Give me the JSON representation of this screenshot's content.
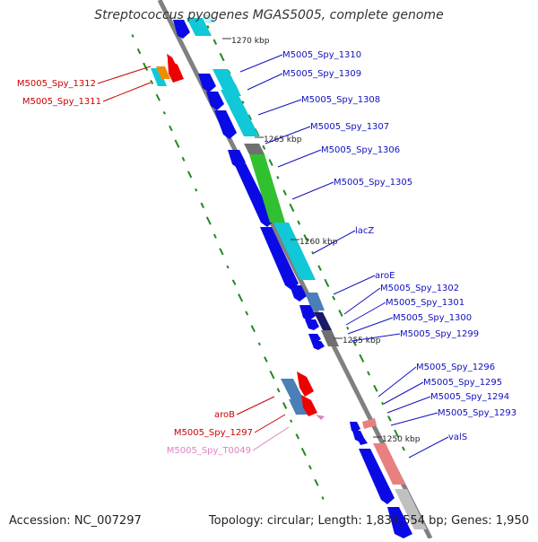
{
  "title": "Streptococcus pyogenes MGAS5005, complete genome",
  "footer": {
    "accession": "Accession: NC_007297",
    "summary": "Topology: circular; Length: 1,838,554 bp; Genes: 1,950"
  },
  "ticks": [
    {
      "label": "1270 kbp"
    },
    {
      "label": "1265 kbp"
    },
    {
      "label": "1260 kbp"
    },
    {
      "label": "1255 kbp"
    },
    {
      "label": "1250 kbp"
    }
  ],
  "genes": [
    {
      "label": "M5005_Spy_1310",
      "color": "#1010c0"
    },
    {
      "label": "M5005_Spy_1309",
      "color": "#1010c0"
    },
    {
      "label": "M5005_Spy_1308",
      "color": "#1010c0"
    },
    {
      "label": "M5005_Spy_1307",
      "color": "#1010c0"
    },
    {
      "label": "M5005_Spy_1306",
      "color": "#1010c0"
    },
    {
      "label": "M5005_Spy_1305",
      "color": "#1010c0"
    },
    {
      "label": "lacZ",
      "color": "#1010c0"
    },
    {
      "label": "aroE",
      "color": "#1010c0"
    },
    {
      "label": "M5005_Spy_1302",
      "color": "#1010c0"
    },
    {
      "label": "M5005_Spy_1301",
      "color": "#1010c0"
    },
    {
      "label": "M5005_Spy_1300",
      "color": "#1010c0"
    },
    {
      "label": "M5005_Spy_1299",
      "color": "#1010c0"
    },
    {
      "label": "M5005_Spy_1296",
      "color": "#1010c0"
    },
    {
      "label": "M5005_Spy_1295",
      "color": "#1010c0"
    },
    {
      "label": "M5005_Spy_1294",
      "color": "#1010c0"
    },
    {
      "label": "M5005_Spy_1293",
      "color": "#1010c0"
    },
    {
      "label": "valS",
      "color": "#1010c0"
    },
    {
      "label": "M5005_Spy_1312",
      "color": "#cc0000"
    },
    {
      "label": "M5005_Spy_1311",
      "color": "#cc0000"
    },
    {
      "label": "aroB",
      "color": "#cc0000"
    },
    {
      "label": "M5005_Spy_1297",
      "color": "#cc0000"
    },
    {
      "label": "M5005_Spy_T0049",
      "color": "#e080c0"
    }
  ],
  "colors": {
    "backbone": "#808080",
    "forward_gene": "#0a0ae6",
    "reverse_gene": "#ee0000",
    "cog_cyan": "#10c8d8",
    "cog_green": "#30c030",
    "cog_steel": "#4a7fb8",
    "cog_pink": "#e88080",
    "cog_gray": "#909090",
    "cog_orange": "#f08c00",
    "gc_dots": "#228822"
  }
}
